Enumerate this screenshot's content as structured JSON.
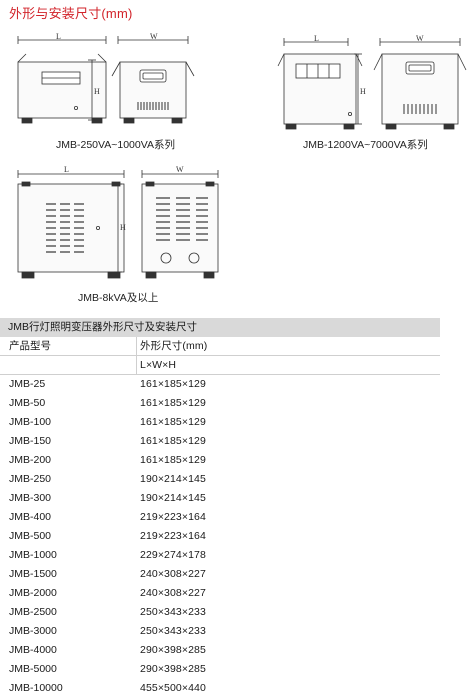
{
  "title": "外形与安装尺寸(mm)",
  "dims": {
    "L": "L",
    "W": "W",
    "H": "H"
  },
  "captions": {
    "small": "JMB-250VA~1000VA系列",
    "medium": "JMB-1200VA~7000VA系列",
    "large": "JMB-8kVA及以上"
  },
  "table": {
    "caption": "JMB行灯照明变压器外形尺寸及安装尺寸",
    "col1_header": "产品型号",
    "col2_header": "外形尺寸(mm)",
    "col2_sub": "L×W×H",
    "rows": [
      {
        "model": "JMB-25",
        "size": "161×185×129"
      },
      {
        "model": "JMB-50",
        "size": "161×185×129"
      },
      {
        "model": "JMB-100",
        "size": "161×185×129"
      },
      {
        "model": "JMB-150",
        "size": "161×185×129"
      },
      {
        "model": "JMB-200",
        "size": "161×185×129"
      },
      {
        "model": "JMB-250",
        "size": "190×214×145"
      },
      {
        "model": "JMB-300",
        "size": "190×214×145"
      },
      {
        "model": "JMB-400",
        "size": "219×223×164"
      },
      {
        "model": "JMB-500",
        "size": "219×223×164"
      },
      {
        "model": "JMB-1000",
        "size": "229×274×178"
      },
      {
        "model": "JMB-1500",
        "size": "240×308×227"
      },
      {
        "model": "JMB-2000",
        "size": "240×308×227"
      },
      {
        "model": "JMB-2500",
        "size": "250×343×233"
      },
      {
        "model": "JMB-3000",
        "size": "250×343×233"
      },
      {
        "model": "JMB-4000",
        "size": "290×398×285"
      },
      {
        "model": "JMB-5000",
        "size": "290×398×285"
      },
      {
        "model": "JMB-10000",
        "size": "455×500×440"
      }
    ]
  }
}
